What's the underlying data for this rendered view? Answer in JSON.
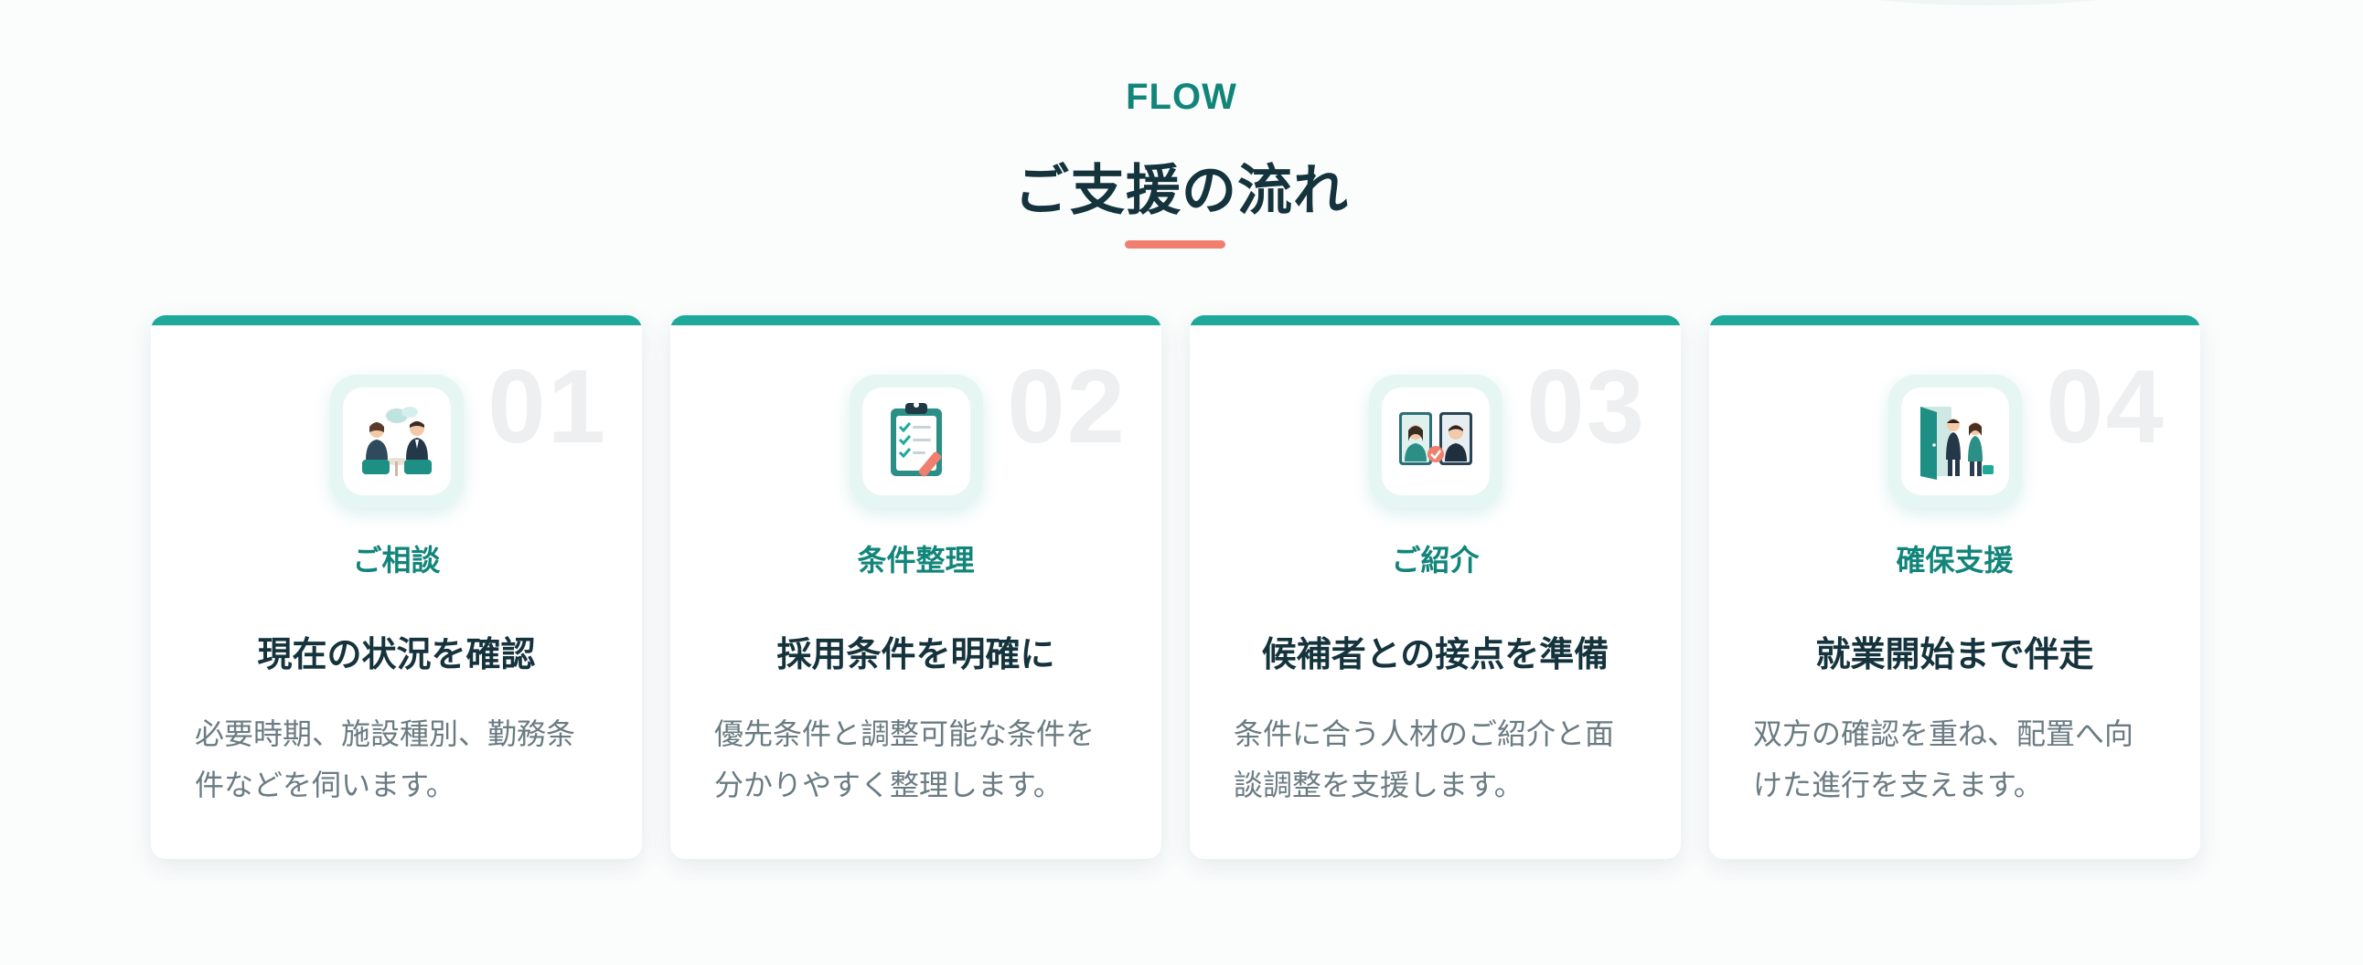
{
  "section": {
    "eyebrow": "FLOW",
    "title": "ご支援の流れ"
  },
  "steps": [
    {
      "number": "01",
      "label": "ご相談",
      "heading": "現在の状況を確認",
      "description": "必要時期、施設種別、勤務条件などを伺います。",
      "icon": "consultation-meeting-icon"
    },
    {
      "number": "02",
      "label": "条件整理",
      "heading": "採用条件を明確に",
      "description": "優先条件と調整可能な条件を分かりやすく整理します。",
      "icon": "clipboard-checklist-icon"
    },
    {
      "number": "03",
      "label": "ご紹介",
      "heading": "候補者との接点を準備",
      "description": "条件に合う人材のご紹介と面談調整を支援します。",
      "icon": "candidate-profiles-icon"
    },
    {
      "number": "04",
      "label": "確保支援",
      "heading": "就業開始まで伴走",
      "description": "双方の確認を重ね、配置へ向けた進行を支えます。",
      "icon": "onboarding-door-icon"
    }
  ],
  "colors": {
    "accent": "#12857a",
    "card_bar": "#1ea99b",
    "underline": "#f07f6f",
    "title": "#15333d",
    "body_text": "#6a7b82"
  }
}
